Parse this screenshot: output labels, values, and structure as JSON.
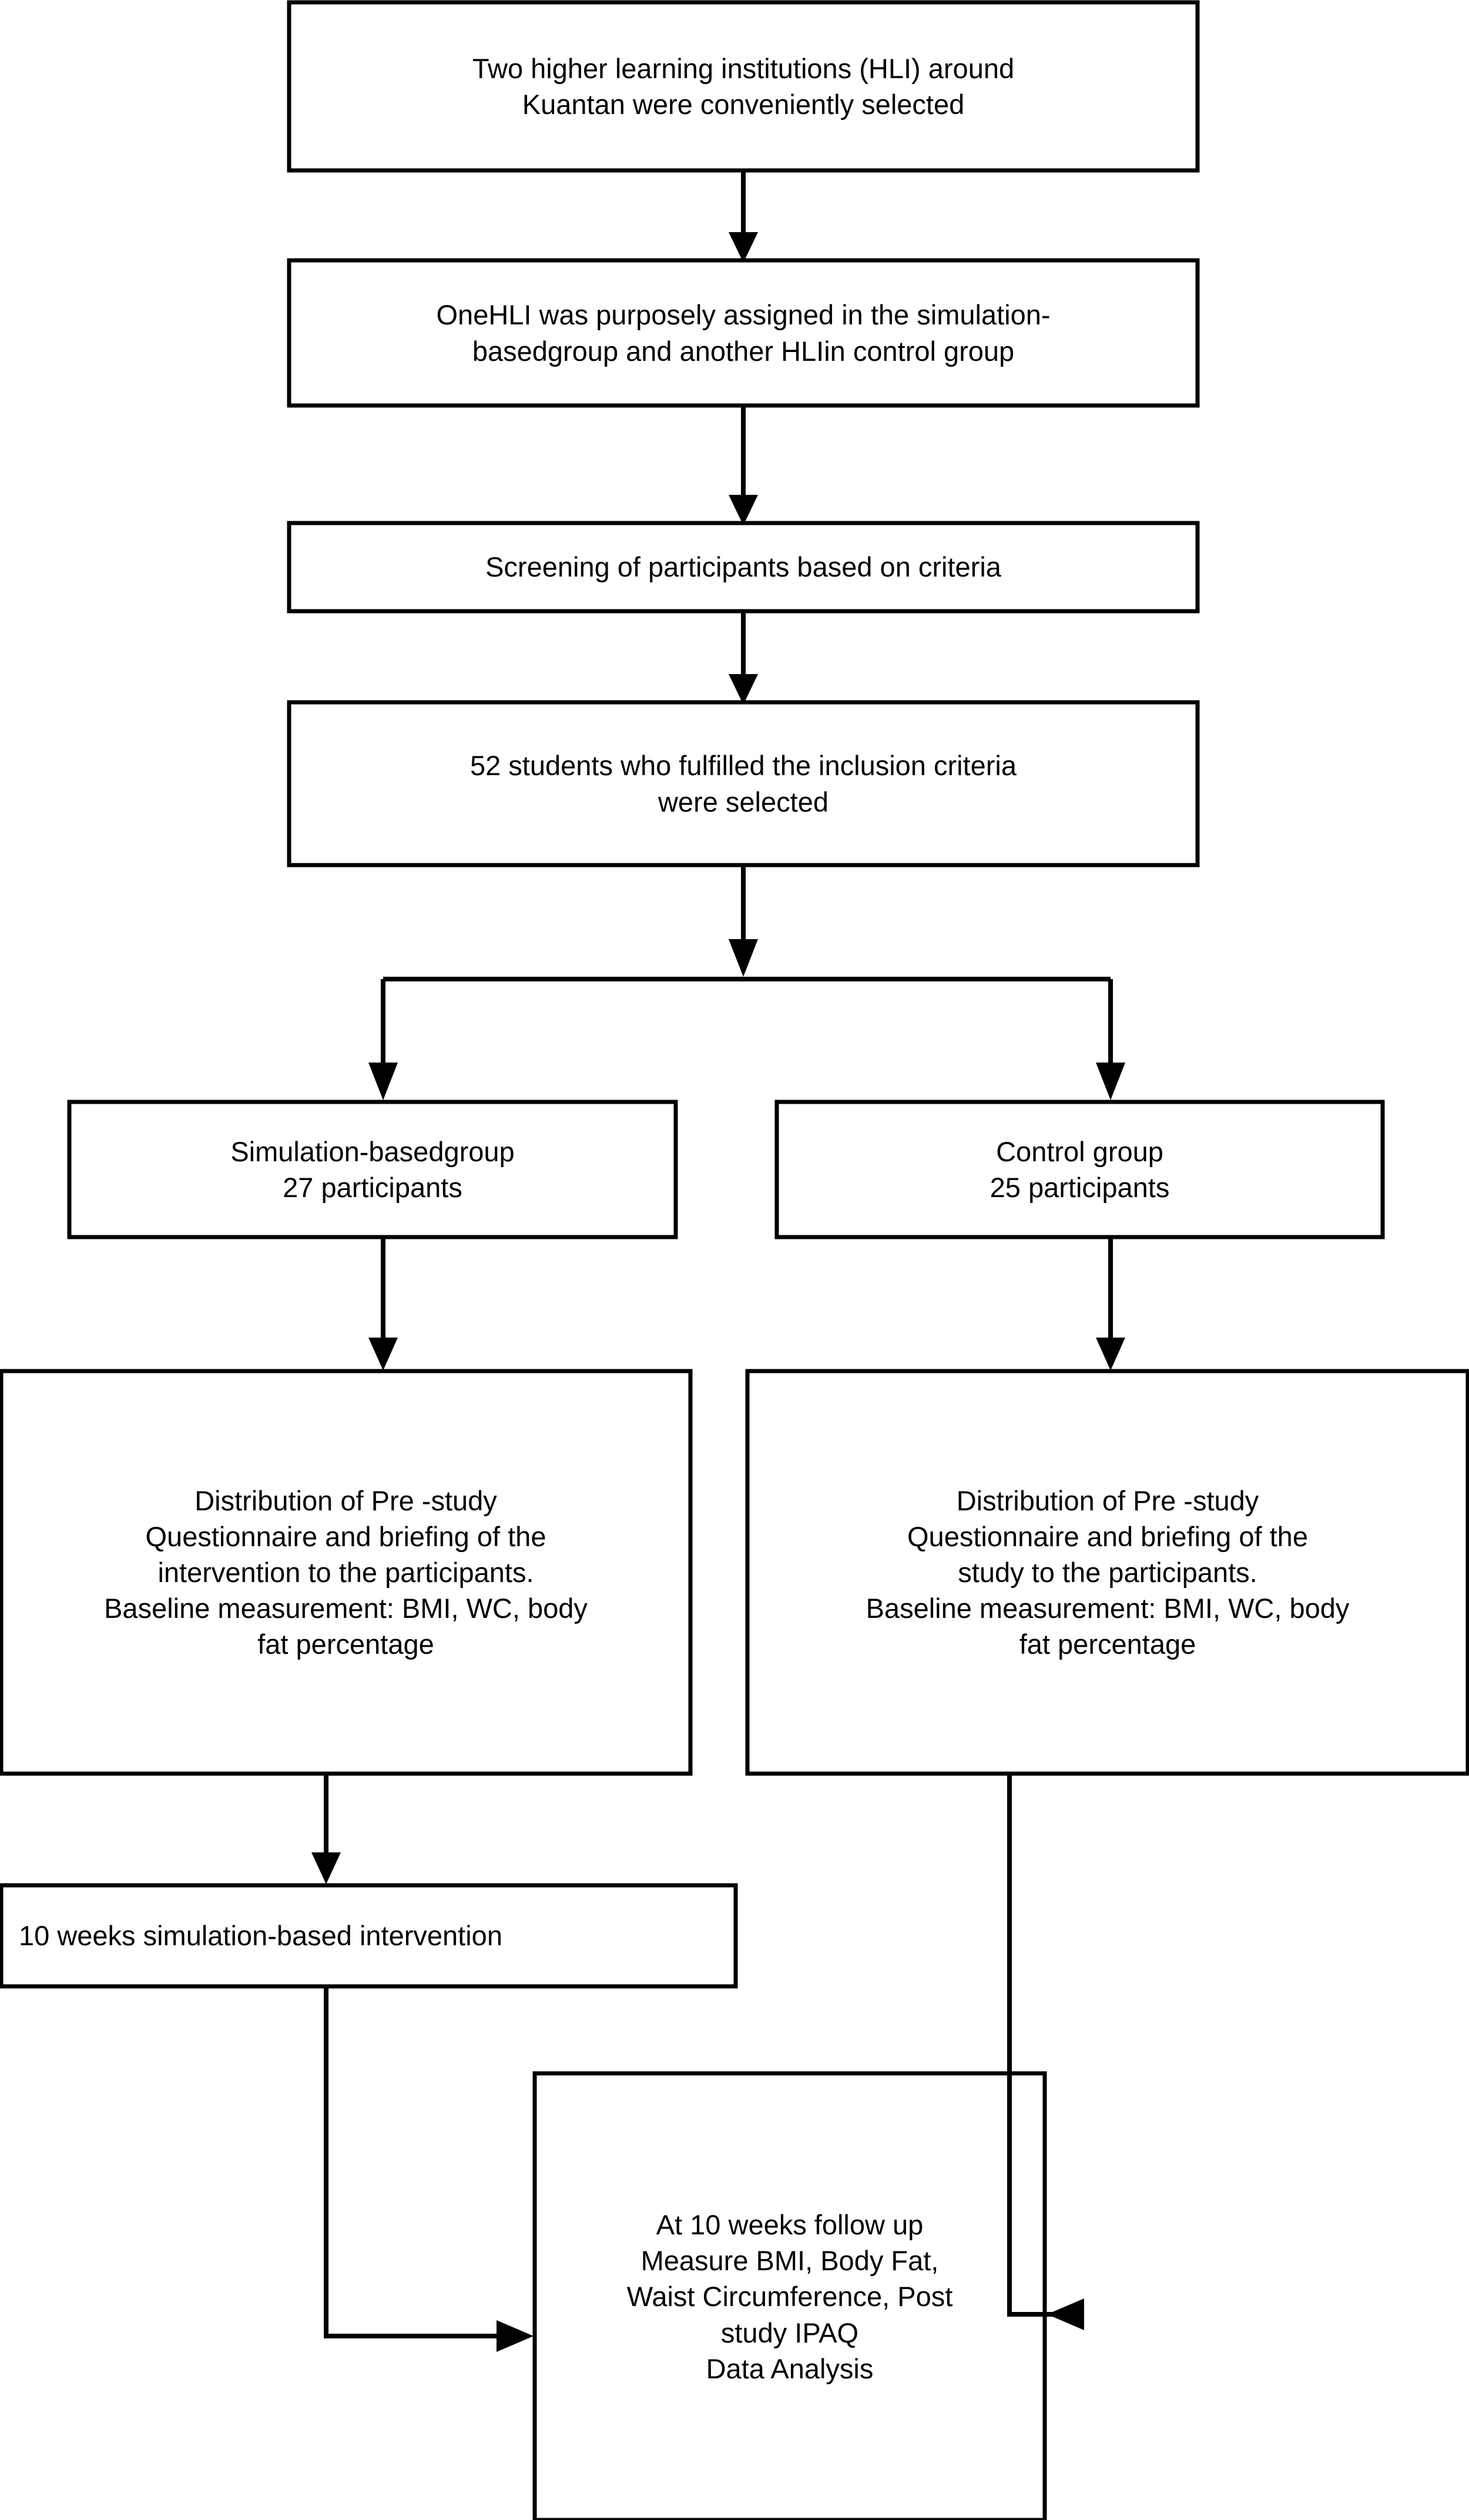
{
  "diagram": {
    "type": "flowchart",
    "title": "Study flow diagram",
    "background_color": "#ffffff",
    "line_color": "#000000",
    "text_color": "#000000",
    "nodes": [
      {
        "id": "hli-selection",
        "text": "Two higher learning institutions (HLI) around\nKuantan were conveniently selected"
      },
      {
        "id": "group-assignment",
        "text": "OneHLI was purposely assigned in the simulation-\nbasedgroup and another HLIin control group"
      },
      {
        "id": "screening",
        "text": "Screening of participants based on criteria"
      },
      {
        "id": "students-selected",
        "text": "52 students who fulfilled the inclusion criteria\nwere selected"
      },
      {
        "id": "simulation-group",
        "text": "Simulation-basedgroup\n27 participants"
      },
      {
        "id": "control-group",
        "text": "Control group\n25 participants"
      },
      {
        "id": "intervention-baseline",
        "text": "Distribution of Pre -study\nQuestionnaire and briefing of the\nintervention to the participants.\nBaseline measurement: BMI, WC, body\nfat percentage"
      },
      {
        "id": "control-baseline",
        "text": "Distribution of Pre -study\nQuestionnaire and briefing of the\nstudy to the participants.\nBaseline measurement: BMI, WC, body\nfat percentage"
      },
      {
        "id": "ten-weeks-intervention",
        "text": "10 weeks simulation-based intervention"
      },
      {
        "id": "follow-up",
        "text": "At 10 weeks follow up\nMeasure BMI, Body Fat,\nWaist Circumference, Post\nstudy IPAQ\nData Analysis"
      }
    ],
    "edges": [
      {
        "id": "edge-hli-to-assignment",
        "from": "hli-selection",
        "to": "group-assignment"
      },
      {
        "id": "edge-assignment-to-screening",
        "from": "group-assignment",
        "to": "screening"
      },
      {
        "id": "edge-screening-to-students",
        "from": "screening",
        "to": "students-selected"
      },
      {
        "id": "edge-students-to-split",
        "from": "students-selected",
        "to": "split-fork"
      },
      {
        "id": "edge-split-to-simulation",
        "from": "split-fork",
        "to": "simulation-group"
      },
      {
        "id": "edge-split-to-control",
        "from": "split-fork",
        "to": "control-group"
      },
      {
        "id": "edge-simulation-to-baseline",
        "from": "simulation-group",
        "to": "intervention-baseline"
      },
      {
        "id": "edge-control-to-baseline",
        "from": "control-group",
        "to": "control-baseline"
      },
      {
        "id": "edge-baseline-to-intervention",
        "from": "intervention-baseline",
        "to": "ten-weeks-intervention"
      },
      {
        "id": "edge-intervention-to-followup",
        "from": "ten-weeks-intervention",
        "to": "follow-up"
      },
      {
        "id": "edge-control-baseline-to-followup",
        "from": "control-baseline",
        "to": "follow-up"
      }
    ]
  }
}
